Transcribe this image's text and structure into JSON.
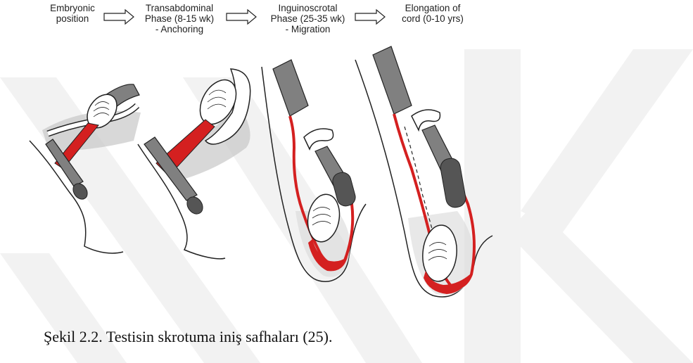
{
  "stages": [
    {
      "lines": [
        "Embryonic",
        "position"
      ]
    },
    {
      "lines": [
        "Transabdominal",
        "Phase (8-15 wk)",
        "- Anchoring"
      ]
    },
    {
      "lines": [
        "Inguinoscrotal",
        "Phase (25-35 wk)",
        "- Migration"
      ]
    },
    {
      "lines": [
        "Elongation of",
        "cord (0-10 yrs)"
      ]
    }
  ],
  "caption": "Şekil 2.2. Testisin skrotuma iniş safhaları (25).",
  "colors": {
    "gubernaculum": "#d42020",
    "vas_deferens": "#808080",
    "outline": "#222222",
    "watermark": "#f0f0f0"
  }
}
